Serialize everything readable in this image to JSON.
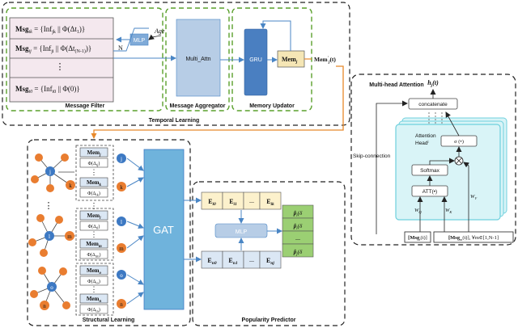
{
  "temporal": {
    "title": "Temporal Learning",
    "message_filter": "Message Filter",
    "message_aggregator": "Message Aggregator",
    "memory_updator": "Memory Updator",
    "msg_rows": [
      "Msg",
      "Msg",
      "Msg"
    ],
    "msg_subs": [
      "ik",
      "ij",
      "i0"
    ],
    "msg_rests": [
      " = {Inf",
      " = {Inf",
      " = {Inf"
    ],
    "inf_subs": [
      "jk",
      "ji",
      "i0"
    ],
    "phi_rests": [
      " || Φ(Δt",
      " || Φ(Δt",
      " || Φ(0)}"
    ],
    "phi_subs": [
      "1",
      "(N-1)",
      ""
    ],
    "phi_close": [
      ")}",
      ")}",
      ""
    ],
    "mlp": "MLP",
    "age": "Age",
    "n": "N",
    "multi_attn": "Multi_Attn",
    "gru": "GRU",
    "mem_j": "Mem",
    "mem_j_sub": "j",
    "mem_out": "Mem",
    "mem_out_sup": "'",
    "mem_out_rest": "(t)",
    "mem_out_sub": "j"
  },
  "structural": {
    "title": "Structural Learning",
    "gat": "GAT",
    "mem_label": "Mem",
    "mem_subs": [
      "j",
      "k",
      "l",
      "m",
      "o",
      "n"
    ],
    "phi_label": "Φ(Δ",
    "phi_subs": [
      "tj",
      "tk",
      "tl",
      "tm",
      "to",
      "tn"
    ],
    "phi_close": ")",
    "node_labels": [
      "j",
      "k",
      "l",
      "m",
      "o",
      "n"
    ],
    "dots": "⋮",
    "hdots": "⋯"
  },
  "popularity": {
    "title": "Popularity Predictor",
    "e_top": [
      "E",
      "E",
      "...",
      "E"
    ],
    "e_top_subs": [
      "i0",
      "i1",
      "",
      "ik"
    ],
    "e_bot": [
      "E",
      "E",
      "...",
      "E"
    ],
    "e_bot_subs": [
      "n0",
      "n1",
      "",
      "nj"
    ],
    "mlp": "MLP",
    "p_hat": "p̂",
    "p_top_sub": "i",
    "p_top_arg": "(δ",
    "p_bot_sub": "j",
    "p_dots": "..."
  },
  "attention": {
    "title": "Multi-head Attention",
    "h_out": "h",
    "h_sub": "j",
    "h_arg": "(t)",
    "concatenate": "concatenate",
    "attention_head": "Attention",
    "head_label": "Head",
    "sigma": "σ (•)",
    "softmax": "Softmax",
    "att": "ATT(•)",
    "skip": "Skip-connection",
    "wq": "W",
    "wq_sub": "Q",
    "wk": "W",
    "wk_sub": "K",
    "wv": "W",
    "wv_sub": "V",
    "input1": "[Msg",
    "input1_rest": "(t)]",
    "input2": "[Msg",
    "input2_rest": "(t)]",
    "input2_suffix": ", ∀m∈[1,N-1]",
    "input_sub1": "i",
    "input_sub2": "m"
  },
  "colors": {
    "green_dash": "#5aa02c",
    "msg_fill": "#f4e8ee",
    "aggregator_fill": "#b7cde6",
    "gru_fill": "#4a7fc1",
    "mem_fill": "#f5e6b5",
    "blue_line": "#4a86c5",
    "orange": "#e8892a",
    "cyan": "#d9f4f7",
    "cyan_border": "#6fd0dd",
    "node_orange": "#e97d30",
    "node_blue": "#3d79c3",
    "gat_fill": "#6fb3dc",
    "e_yellow": "#fcf1cc",
    "e_blue": "#dbe7f4",
    "p_green": "#9bcf73"
  }
}
